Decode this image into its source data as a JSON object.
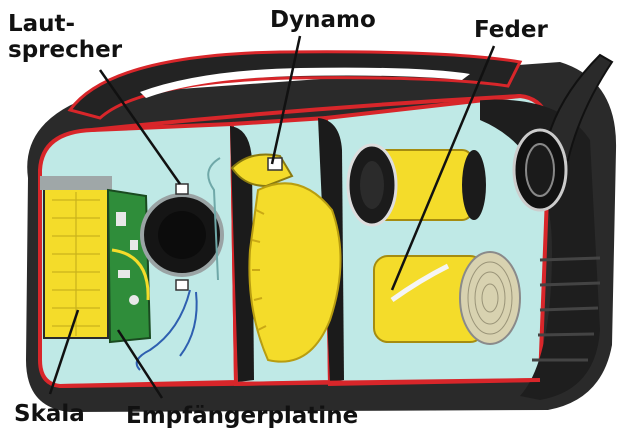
{
  "labels": {
    "lautsprecher_1": "Laut-",
    "lautsprecher_2": "sprecher",
    "dynamo": "Dynamo",
    "feder": "Feder",
    "skala": "Skala",
    "platine": "Empfängerplatine"
  },
  "colors": {
    "outline": "#d8262a",
    "interior": "#bfe9e6",
    "yellow": "#f4dc2a",
    "dark": "#1b1b1b",
    "pcb": "#2f8d3a",
    "handle": "#2a2a2a",
    "leader": "#111111"
  }
}
